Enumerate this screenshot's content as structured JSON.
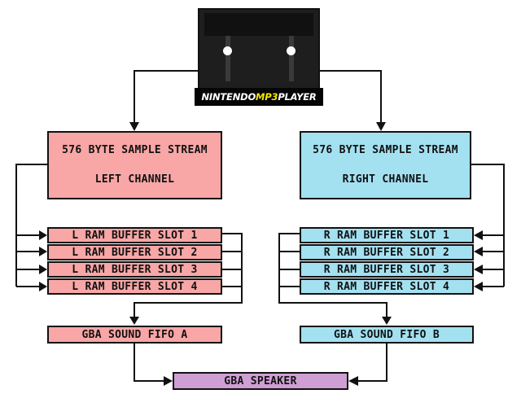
{
  "player": {
    "logo_prefix": "NINTENDO",
    "logo_mp3": "MP3",
    "logo_suffix": "PLAYER",
    "accent": "#f2e600"
  },
  "left": {
    "stream_line1": "576 BYTE SAMPLE STREAM",
    "stream_line2": "LEFT CHANNEL",
    "slots": [
      "L RAM BUFFER SLOT 1",
      "L RAM BUFFER SLOT 2",
      "L RAM BUFFER SLOT 3",
      "L RAM BUFFER SLOT 4"
    ],
    "fifo": "GBA SOUND FIFO A",
    "color": "#f8a6a6"
  },
  "right": {
    "stream_line1": "576 BYTE SAMPLE STREAM",
    "stream_line2": "RIGHT CHANNEL",
    "slots": [
      "R RAM BUFFER SLOT 1",
      "R RAM BUFFER SLOT 2",
      "R RAM BUFFER SLOT 3",
      "R RAM BUFFER SLOT 4"
    ],
    "fifo": "GBA SOUND FIFO B",
    "color": "#a3e1f1"
  },
  "speaker": {
    "label": "GBA SPEAKER",
    "color": "#cf9fd4"
  }
}
